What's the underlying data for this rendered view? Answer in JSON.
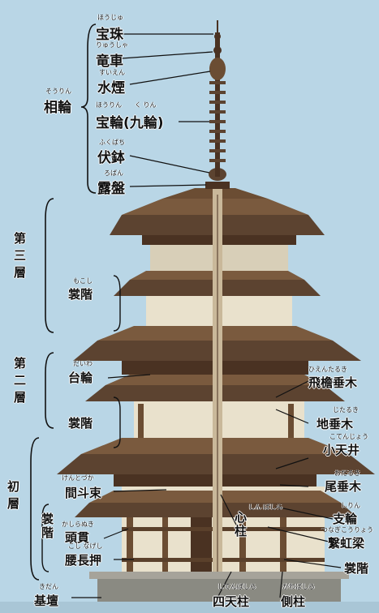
{
  "sorin": {
    "group": {
      "text": "相輪",
      "reading": "そうりん"
    },
    "items": [
      {
        "text": "宝珠",
        "reading": "ほうじゅ"
      },
      {
        "text": "竜車",
        "reading": "りゅうしゃ"
      },
      {
        "text": "水煙",
        "reading": "すいえん"
      },
      {
        "text": "宝輪(九輪)",
        "reading": "ほうりん　　く りん"
      },
      {
        "text": "伏鉢",
        "reading": "ふくばち"
      },
      {
        "text": "露盤",
        "reading": "ろばん"
      }
    ]
  },
  "stories": {
    "third": "第三層",
    "second": "第二層",
    "first": "初層"
  },
  "left_labels": {
    "mokoshi_upper": {
      "text": "裳階",
      "reading": "もこし"
    },
    "daiwa": {
      "text": "台輪",
      "reading": "だいわ"
    },
    "mokoshi_mid": {
      "text": "裳階"
    },
    "kentozuka": {
      "text": "間斗束",
      "reading": "けんとづか"
    },
    "mokoshi_low": "裳階",
    "kashiranuki": {
      "text": "頭貫",
      "reading": "かしらぬき"
    },
    "koshinageshi": {
      "text": "腰長押",
      "reading": "こし なげし"
    },
    "kidan": {
      "text": "基壇",
      "reading": "きだん"
    }
  },
  "right_labels": {
    "hientaruki": {
      "text": "飛檐垂木",
      "reading": "ひえんたるき"
    },
    "jitaruki": {
      "text": "地垂木",
      "reading": "じたるき"
    },
    "kotenjo": {
      "text": "小天井",
      "reading": "こてんじょう"
    },
    "odaruki": {
      "text": "尾垂木",
      "reading": "おだるき"
    },
    "shirin": {
      "text": "支輪",
      "reading": "しりん"
    },
    "tsunagikouryo": {
      "text": "繋虹梁",
      "reading": "つなぎこうりょう"
    },
    "mokoshi": "裳階"
  },
  "bottom_labels": {
    "shinbashira": {
      "text": "心柱",
      "reading": "しん ばしら"
    },
    "shitenbashira": {
      "text": "四天柱",
      "reading": "してんばしら"
    },
    "gawabashira": {
      "text": "側柱",
      "reading": "がわばしら"
    }
  },
  "colors": {
    "background": "#b9d6e6",
    "wood_dark": "#4a3222",
    "wood_mid": "#7a5a3e",
    "roof": "#5c4330",
    "plaster": "#e9e1cc",
    "base": "#8a8a82"
  }
}
